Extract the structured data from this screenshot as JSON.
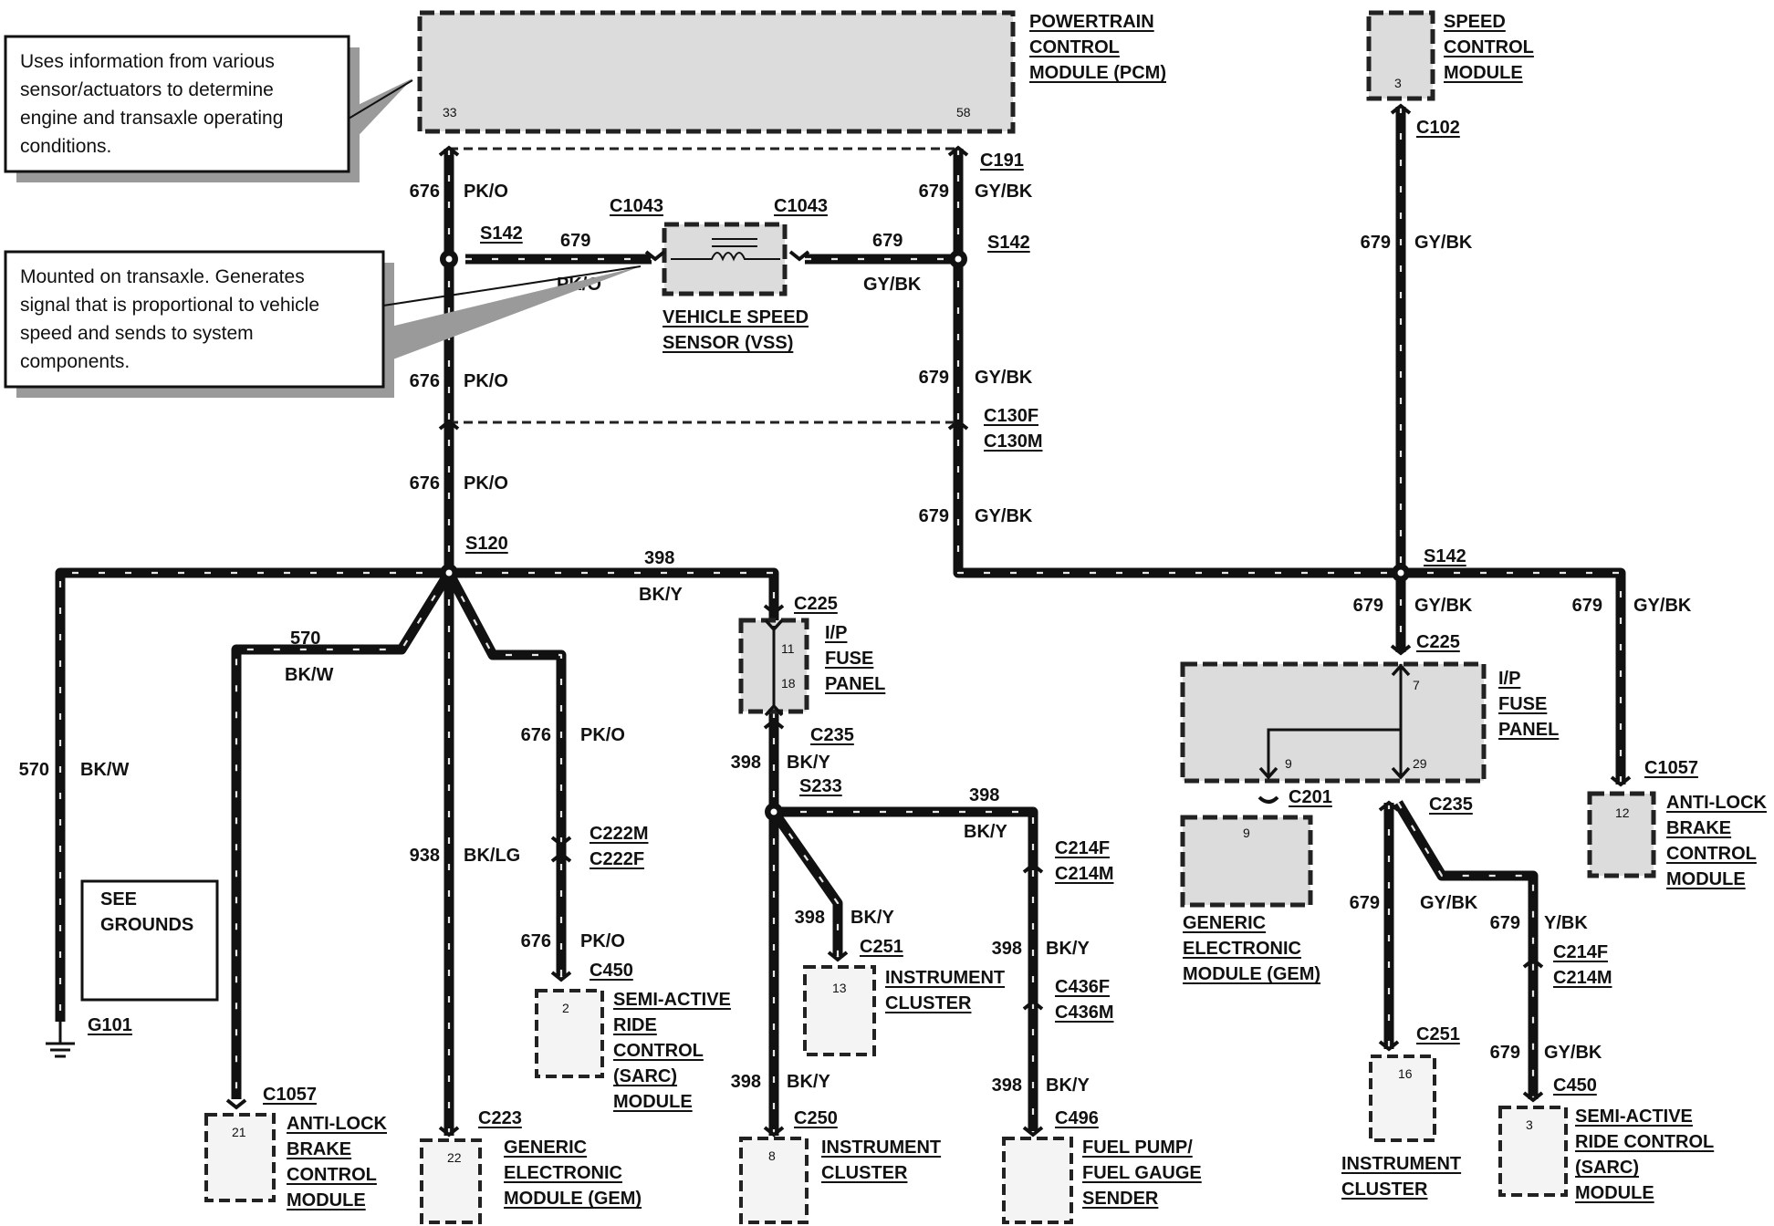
{
  "components": {
    "pcm": {
      "lines": [
        "POWERTRAIN",
        "CONTROL",
        "MODULE (PCM)"
      ],
      "pins": [
        "33",
        "58"
      ]
    },
    "scm": {
      "lines": [
        "SPEED",
        "CONTROL",
        "MODULE"
      ],
      "pin": "3"
    },
    "vss": {
      "lines": [
        "VEHICLE SPEED",
        "SENSOR (VSS)"
      ]
    },
    "fuse_left": {
      "lines": [
        "I/P",
        "FUSE",
        "PANEL"
      ],
      "pins": [
        "11",
        "18"
      ]
    },
    "fuse_right": {
      "lines": [
        "I/P",
        "FUSE",
        "PANEL"
      ],
      "pins": [
        "7",
        "9",
        "29"
      ]
    },
    "gem_right": {
      "lines": [
        "GENERIC",
        "ELECTRONIC",
        "MODULE (GEM)"
      ],
      "pin": "9"
    },
    "abs_right": {
      "lines": [
        "ANTI-LOCK",
        "BRAKE",
        "CONTROL",
        "MODULE"
      ],
      "pin": "12"
    },
    "abs_left": {
      "lines": [
        "ANTI-LOCK",
        "BRAKE",
        "CONTROL",
        "MODULE"
      ],
      "pin": "21"
    },
    "gem_left": {
      "lines": [
        "GENERIC",
        "ELECTRONIC",
        "MODULE (GEM)"
      ],
      "pin": "22"
    },
    "sarc_left": {
      "lines": [
        "SEMI-ACTIVE",
        "RIDE",
        "CONTROL",
        "(SARC)",
        "MODULE"
      ],
      "pin": "2"
    },
    "ic_mid": {
      "lines": [
        "INSTRUMENT",
        "CLUSTER"
      ],
      "pin": "13"
    },
    "ic_bottom": {
      "lines": [
        "INSTRUMENT",
        "CLUSTER"
      ],
      "pin": "8"
    },
    "fuel": {
      "lines": [
        "FUEL PUMP/",
        "FUEL GAUGE",
        "SENDER"
      ]
    },
    "ic_right": {
      "lines": [
        "INSTRUMENT",
        "CLUSTER"
      ],
      "pin": "16"
    },
    "sarc_right": {
      "lines": [
        "SEMI-ACTIVE",
        "RIDE CONTROL",
        "(SARC)",
        "MODULE"
      ],
      "pin": "3"
    },
    "grounds": {
      "lines": [
        "SEE",
        "GROUNDS"
      ]
    },
    "ground": {
      "label": "G101"
    }
  },
  "notes": {
    "pcm": [
      "Uses information from various",
      "sensor/actuators to determine",
      "engine and transaxle operating",
      "conditions."
    ],
    "vss": [
      "Mounted on transaxle.  Generates",
      "signal that is proportional to vehicle",
      "speed and sends to system",
      "components."
    ]
  },
  "connectors": {
    "c191": "C191",
    "c102": "C102",
    "c1043a": "C1043",
    "c1043b": "C1043",
    "s142a": "S142",
    "s142b": "S142",
    "s142c": "S142",
    "c130f": "C130F",
    "c130m": "C130M",
    "s120": "S120",
    "c225a": "C225",
    "c225b": "C225",
    "c235a": "C235",
    "c235b": "C235",
    "s233": "S233",
    "c222m": "C222M",
    "c222f": "C222F",
    "c450a": "C450",
    "c450b": "C450",
    "c214fa": "C214F",
    "c214ma": "C214M",
    "c214fb": "C214F",
    "c214mb": "C214M",
    "c251a": "C251",
    "c251b": "C251",
    "c436f": "C436F",
    "c436m": "C436M",
    "c250": "C250",
    "c496": "C496",
    "c1057a": "C1057",
    "c1057b": "C1057",
    "c223": "C223",
    "c201": "C201"
  },
  "wires": {
    "w676": "676",
    "pko": "PK/O",
    "w679": "679",
    "gybk": "GY/BK",
    "w398": "398",
    "bky": "BK/Y",
    "w570": "570",
    "bkw": "BK/W",
    "w938": "938",
    "bklg": "BK/LG",
    "ybk": "Y/BK"
  }
}
